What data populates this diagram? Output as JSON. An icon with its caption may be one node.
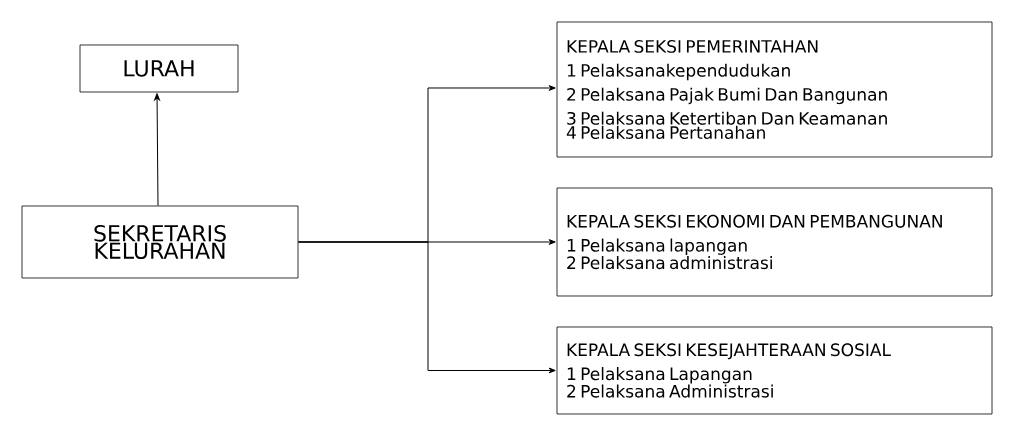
{
  "diagram": {
    "nodes": [
      {
        "text": [
          "LURAH"
        ]
      },
      {
        "text": [
          "SEKRETARIS KELURAHAN"
        ]
      },
      {
        "text": [
          "KEPALA SEKSI PEMERINTAHAN",
          "1 Pelaksanakependudukan",
          "2 Pelaksana Pajak Bumi Dan Bangunan",
          "3 Pelaksana Ketertiban Dan Keamanan",
          "4 Pelaksana Pertanahan"
        ]
      },
      {
        "text": [
          "KEPALA SEKSI EKONOMI DAN PEMBANGUNAN",
          "1 Pelaksana lapangan",
          "2 Pelaksana administrasi"
        ]
      },
      {
        "text": [
          "KEPALA SEKSI KESEJAHTERAAN SOSIAL",
          "1 Pelaksana Lapangan",
          "2 Pelaksana Administrasi"
        ]
      }
    ],
    "edges": [
      {
        "from": 1,
        "to": 0,
        "arrow": "to"
      },
      {
        "from": 1,
        "to": 2,
        "arrow": "to"
      },
      {
        "from": 1,
        "to": 3,
        "arrow": "to"
      },
      {
        "from": 1,
        "to": 4,
        "arrow": "to"
      }
    ]
  }
}
